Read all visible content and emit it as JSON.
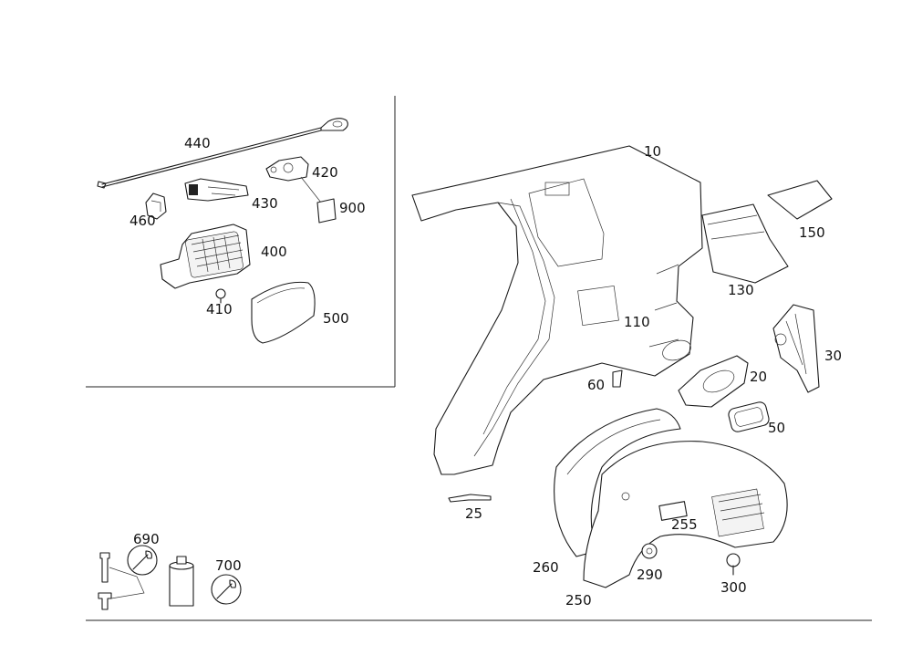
{
  "callouts": {
    "p10": "10",
    "p20": "20",
    "p25": "25",
    "p30": "30",
    "p50": "50",
    "p60": "60",
    "p110": "110",
    "p130": "130",
    "p150": "150",
    "p250": "250",
    "p255": "255",
    "p260": "260",
    "p290": "290",
    "p300": "300",
    "p400": "400",
    "p410": "410",
    "p420": "420",
    "p430": "430",
    "p440": "440",
    "p460": "460",
    "p500": "500",
    "p690": "690",
    "p700": "700",
    "p900": "900"
  },
  "icons": [
    "wrench-icon",
    "wrench-icon"
  ]
}
